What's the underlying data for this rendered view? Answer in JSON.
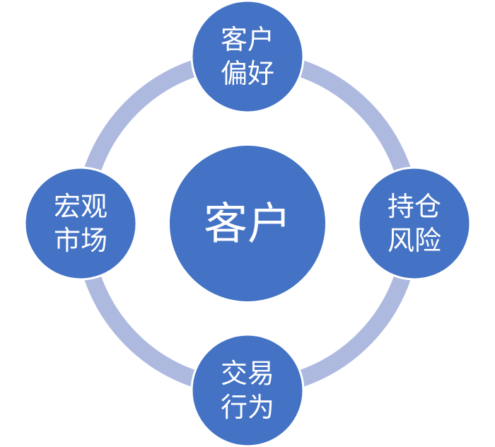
{
  "diagram": {
    "center": {
      "label": "客户"
    },
    "nodes": [
      {
        "id": "top",
        "lines": [
          "客户",
          "偏好"
        ]
      },
      {
        "id": "right",
        "lines": [
          "持仓",
          "风险"
        ]
      },
      {
        "id": "bottom",
        "lines": [
          "交易",
          "行为"
        ]
      },
      {
        "id": "left",
        "lines": [
          "宏观",
          "市场"
        ]
      }
    ]
  },
  "colors": {
    "node_fill": "#4472C4",
    "node_stroke": "#ffffff",
    "ring": "#AEB9E0",
    "text": "#ffffff"
  }
}
